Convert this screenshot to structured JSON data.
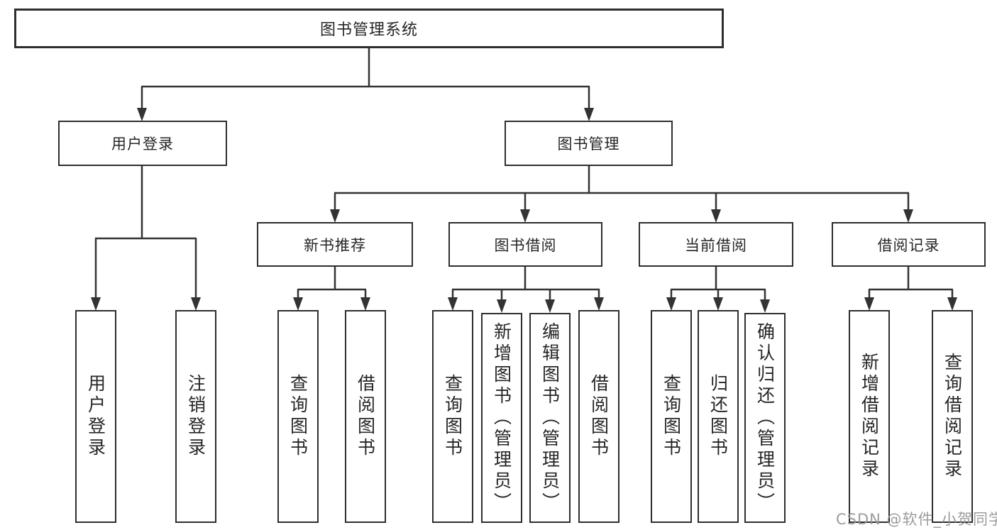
{
  "tree": {
    "root": "图书管理系统",
    "level2": [
      {
        "label": "用户登录",
        "children": [
          "用户登录",
          "注销登录"
        ]
      },
      {
        "label": "图书管理",
        "groups": [
          {
            "label": "新书推荐",
            "children": [
              "查询图书",
              "借阅图书"
            ]
          },
          {
            "label": "图书借阅",
            "children": [
              "查询图书",
              "新增图书（管理员）",
              "编辑图书（管理员）",
              "借阅图书"
            ]
          },
          {
            "label": "当前借阅",
            "children": [
              "查询图书",
              "归还图书",
              "确认归还（管理员）"
            ]
          },
          {
            "label": "借阅记录",
            "children": [
              "新增借阅记录",
              "查询借阅记录"
            ]
          }
        ]
      }
    ]
  },
  "watermark": "CSDN @软件_小贺同学",
  "colors": {
    "line": "#333333",
    "box_border": "#2e2e2e",
    "text": "#262626",
    "watermark": "#949494",
    "background": "#ffffff"
  }
}
